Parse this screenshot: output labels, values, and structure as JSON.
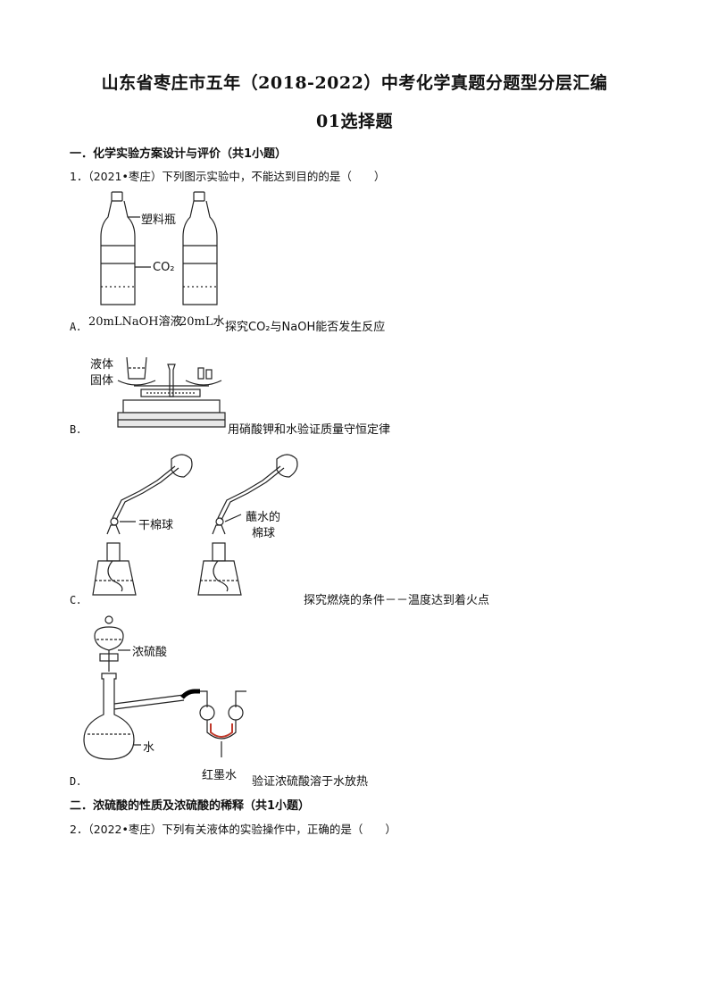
{
  "document": {
    "title": "山东省枣庄市五年（2018-2022）中考化学真题分题型分层汇编",
    "subtitle": "01选择题"
  },
  "section1": {
    "heading": "一．化学实验方案设计与评价（共1小题）",
    "question": "1．（2021•枣庄）下列图示实验中，不能达到目的的是（　　）",
    "options": [
      {
        "letter": "A．",
        "caption": "探究CO₂与NaOH能否发生反应",
        "labels": {
          "bottle": "塑料瓶",
          "gas": "CO₂",
          "left": "20mLNaOH溶液",
          "right": "20mL水"
        }
      },
      {
        "letter": "B．",
        "caption": "用硝酸钾和水验证质量守恒定律",
        "labels": {
          "liquid": "液体",
          "solid": "固体"
        }
      },
      {
        "letter": "C．",
        "caption": "探究燃烧的条件－－温度达到着火点",
        "labels": {
          "dry": "干棉球",
          "wet1": "蘸水的",
          "wet2": "棉球"
        }
      },
      {
        "letter": "D．",
        "caption": "验证浓硫酸溶于水放热",
        "labels": {
          "acid": "浓硫酸",
          "water": "水",
          "ink": "红墨水"
        }
      }
    ]
  },
  "section2": {
    "heading": "二．浓硫酸的性质及浓硫酸的稀释（共1小题）",
    "question": "2．（2022•枣庄）下列有关液体的实验操作中，正确的是（　　）"
  }
}
